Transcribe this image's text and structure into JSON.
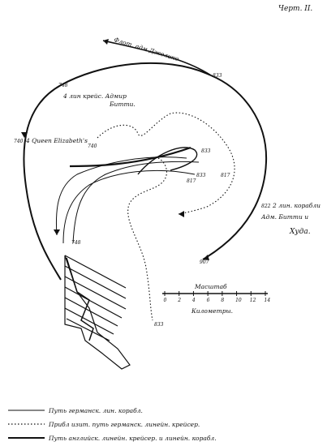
{
  "figure_label": "Черт. II.",
  "annotations": {
    "jellicoe_fleet": "Флот. адм Джелико",
    "beatty_battlecruisers_line1": "4 лин крейс. Адмир",
    "beatty_battlecruisers_line2": "Битти.",
    "queen_elizabeths": "4 Queen Elizabeth's",
    "beatty_hood_line1": "2 лин. корабли",
    "beatty_hood_line2": "Адм. Битти и",
    "beatty_hood_line3": "Худа."
  },
  "times": {
    "t_748_top": "748",
    "t_833_top": "833",
    "t_740_left": "740",
    "t_740_mid": "740",
    "t_833_mid": "833",
    "t_833_center": "833",
    "t_817": "817",
    "t_817_b": "817",
    "t_822": "822",
    "t_907": "907",
    "t_748_lower": "748",
    "t_833_bottom": "833"
  },
  "scale": {
    "title": "Масштаб",
    "ticks": [
      "0",
      "2",
      "4",
      "6",
      "8",
      "10",
      "12",
      "14"
    ],
    "unit": "Километры."
  },
  "legend": [
    {
      "style": "solid-thin",
      "label": "Путь германск. лин. корабл."
    },
    {
      "style": "dotted",
      "label": "Прибл изит. путь германск. линейн. крейсер."
    },
    {
      "style": "solid-thick",
      "label": "Путь английск. линейн. крейсер. и линейн. корабл."
    }
  ]
}
